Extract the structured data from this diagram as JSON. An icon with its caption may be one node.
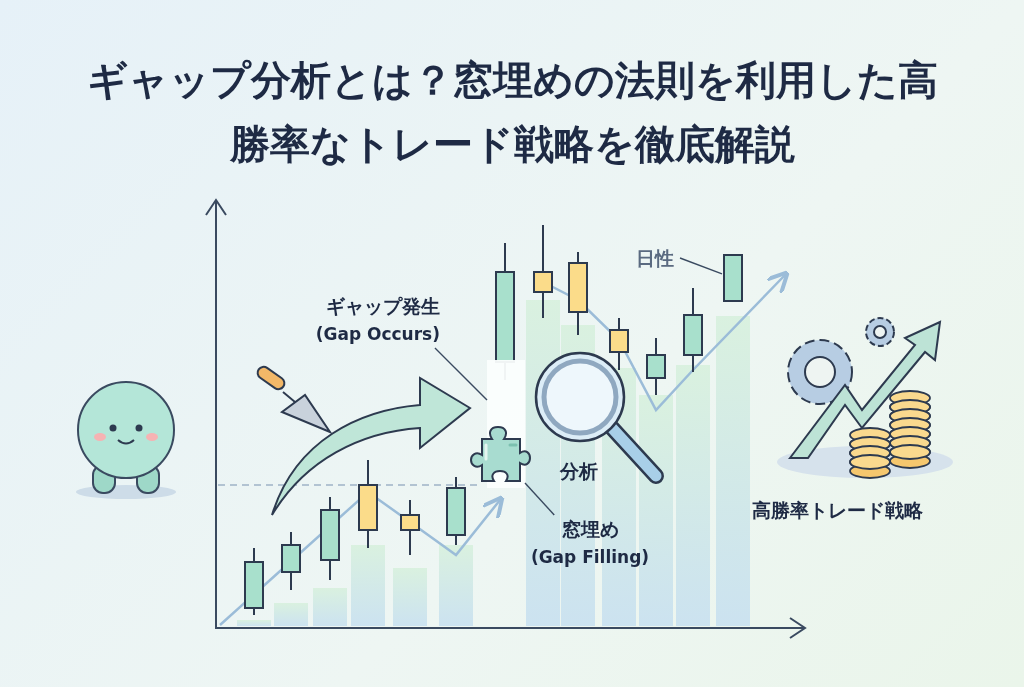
{
  "diagram": {
    "title": "ギャップ分析とは？窓埋めの法則を利用した高勝率なトレード戦略を徹底解説",
    "nodes": [
      {
        "text": [
          "ギャップ発生",
          "(Gap Occurs)"
        ]
      },
      {
        "text": [],
        "shape": "box"
      },
      {
        "text": [
          "窓埋め",
          "(Gap Filling)"
        ]
      },
      {
        "text": [],
        "shape": "picture"
      },
      {
        "text": [
          "日性"
        ]
      },
      {
        "text": [],
        "shape": "box"
      }
    ],
    "edges": [
      {
        "from": 0,
        "to": 1,
        "arrow": "none"
      },
      {
        "from": 2,
        "to": 3,
        "arrow": "none"
      },
      {
        "from": 4,
        "to": 5,
        "arrow": "none"
      }
    ],
    "labels": [
      "分析",
      "高勝率トレード戦略"
    ]
  }
}
